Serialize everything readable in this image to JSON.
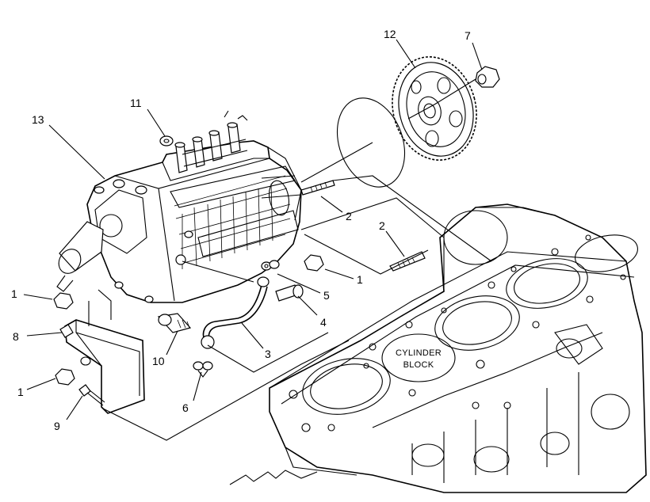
{
  "diagram": {
    "block_label_line1": "CYLINDER",
    "block_label_line2": "BLOCK",
    "callouts": {
      "c1a": "1",
      "c1b": "1",
      "c1c": "1",
      "c2a": "2",
      "c2b": "2",
      "c3": "3",
      "c4": "4",
      "c5": "5",
      "c6": "6",
      "c7": "7",
      "c8": "8",
      "c9": "9",
      "c10": "10",
      "c11": "11",
      "c12": "12",
      "c13": "13"
    }
  }
}
